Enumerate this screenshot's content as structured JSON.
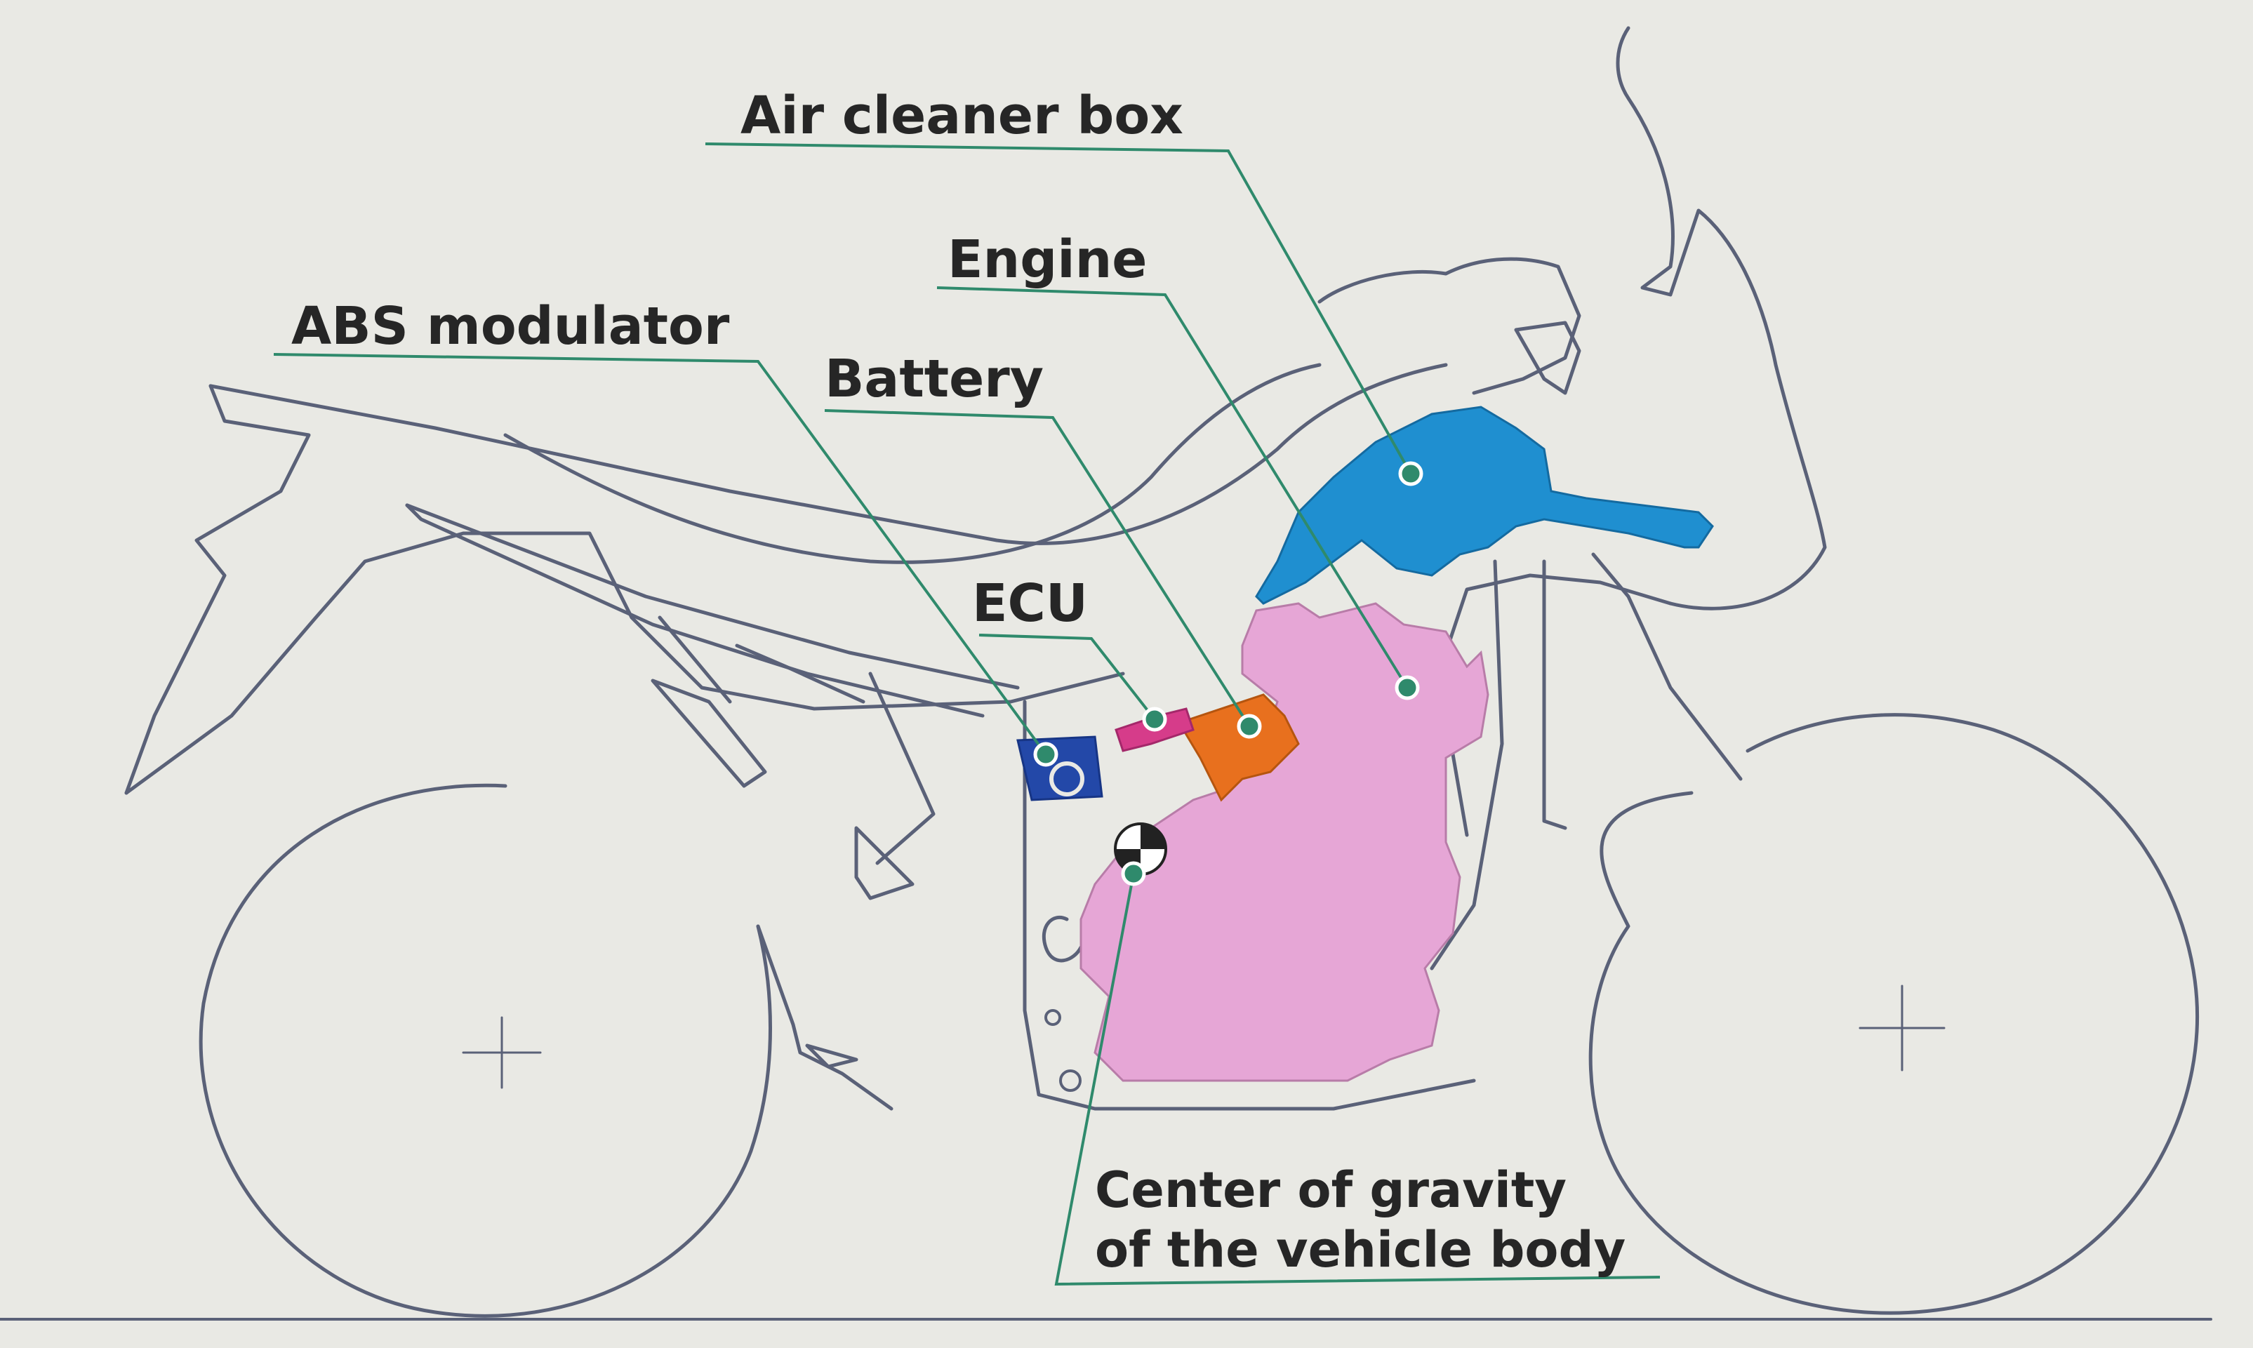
{
  "labels": {
    "air_cleaner_box": "Air cleaner box",
    "engine": "Engine",
    "abs_modulator": "ABS modulator",
    "battery": "Battery",
    "ecu": "ECU",
    "cog_line1": "Center of gravity",
    "cog_line2": "of the vehicle body"
  },
  "colors": {
    "background": "#e9e9e4",
    "outline": "#5a6178",
    "leader": "#2f8a6c",
    "engine": "#e6a6d6",
    "air_cleaner": "#1f8fd0",
    "battery": "#e8701e",
    "ecu": "#d63c8a",
    "abs": "#2348a8",
    "label_text": "#262626"
  }
}
